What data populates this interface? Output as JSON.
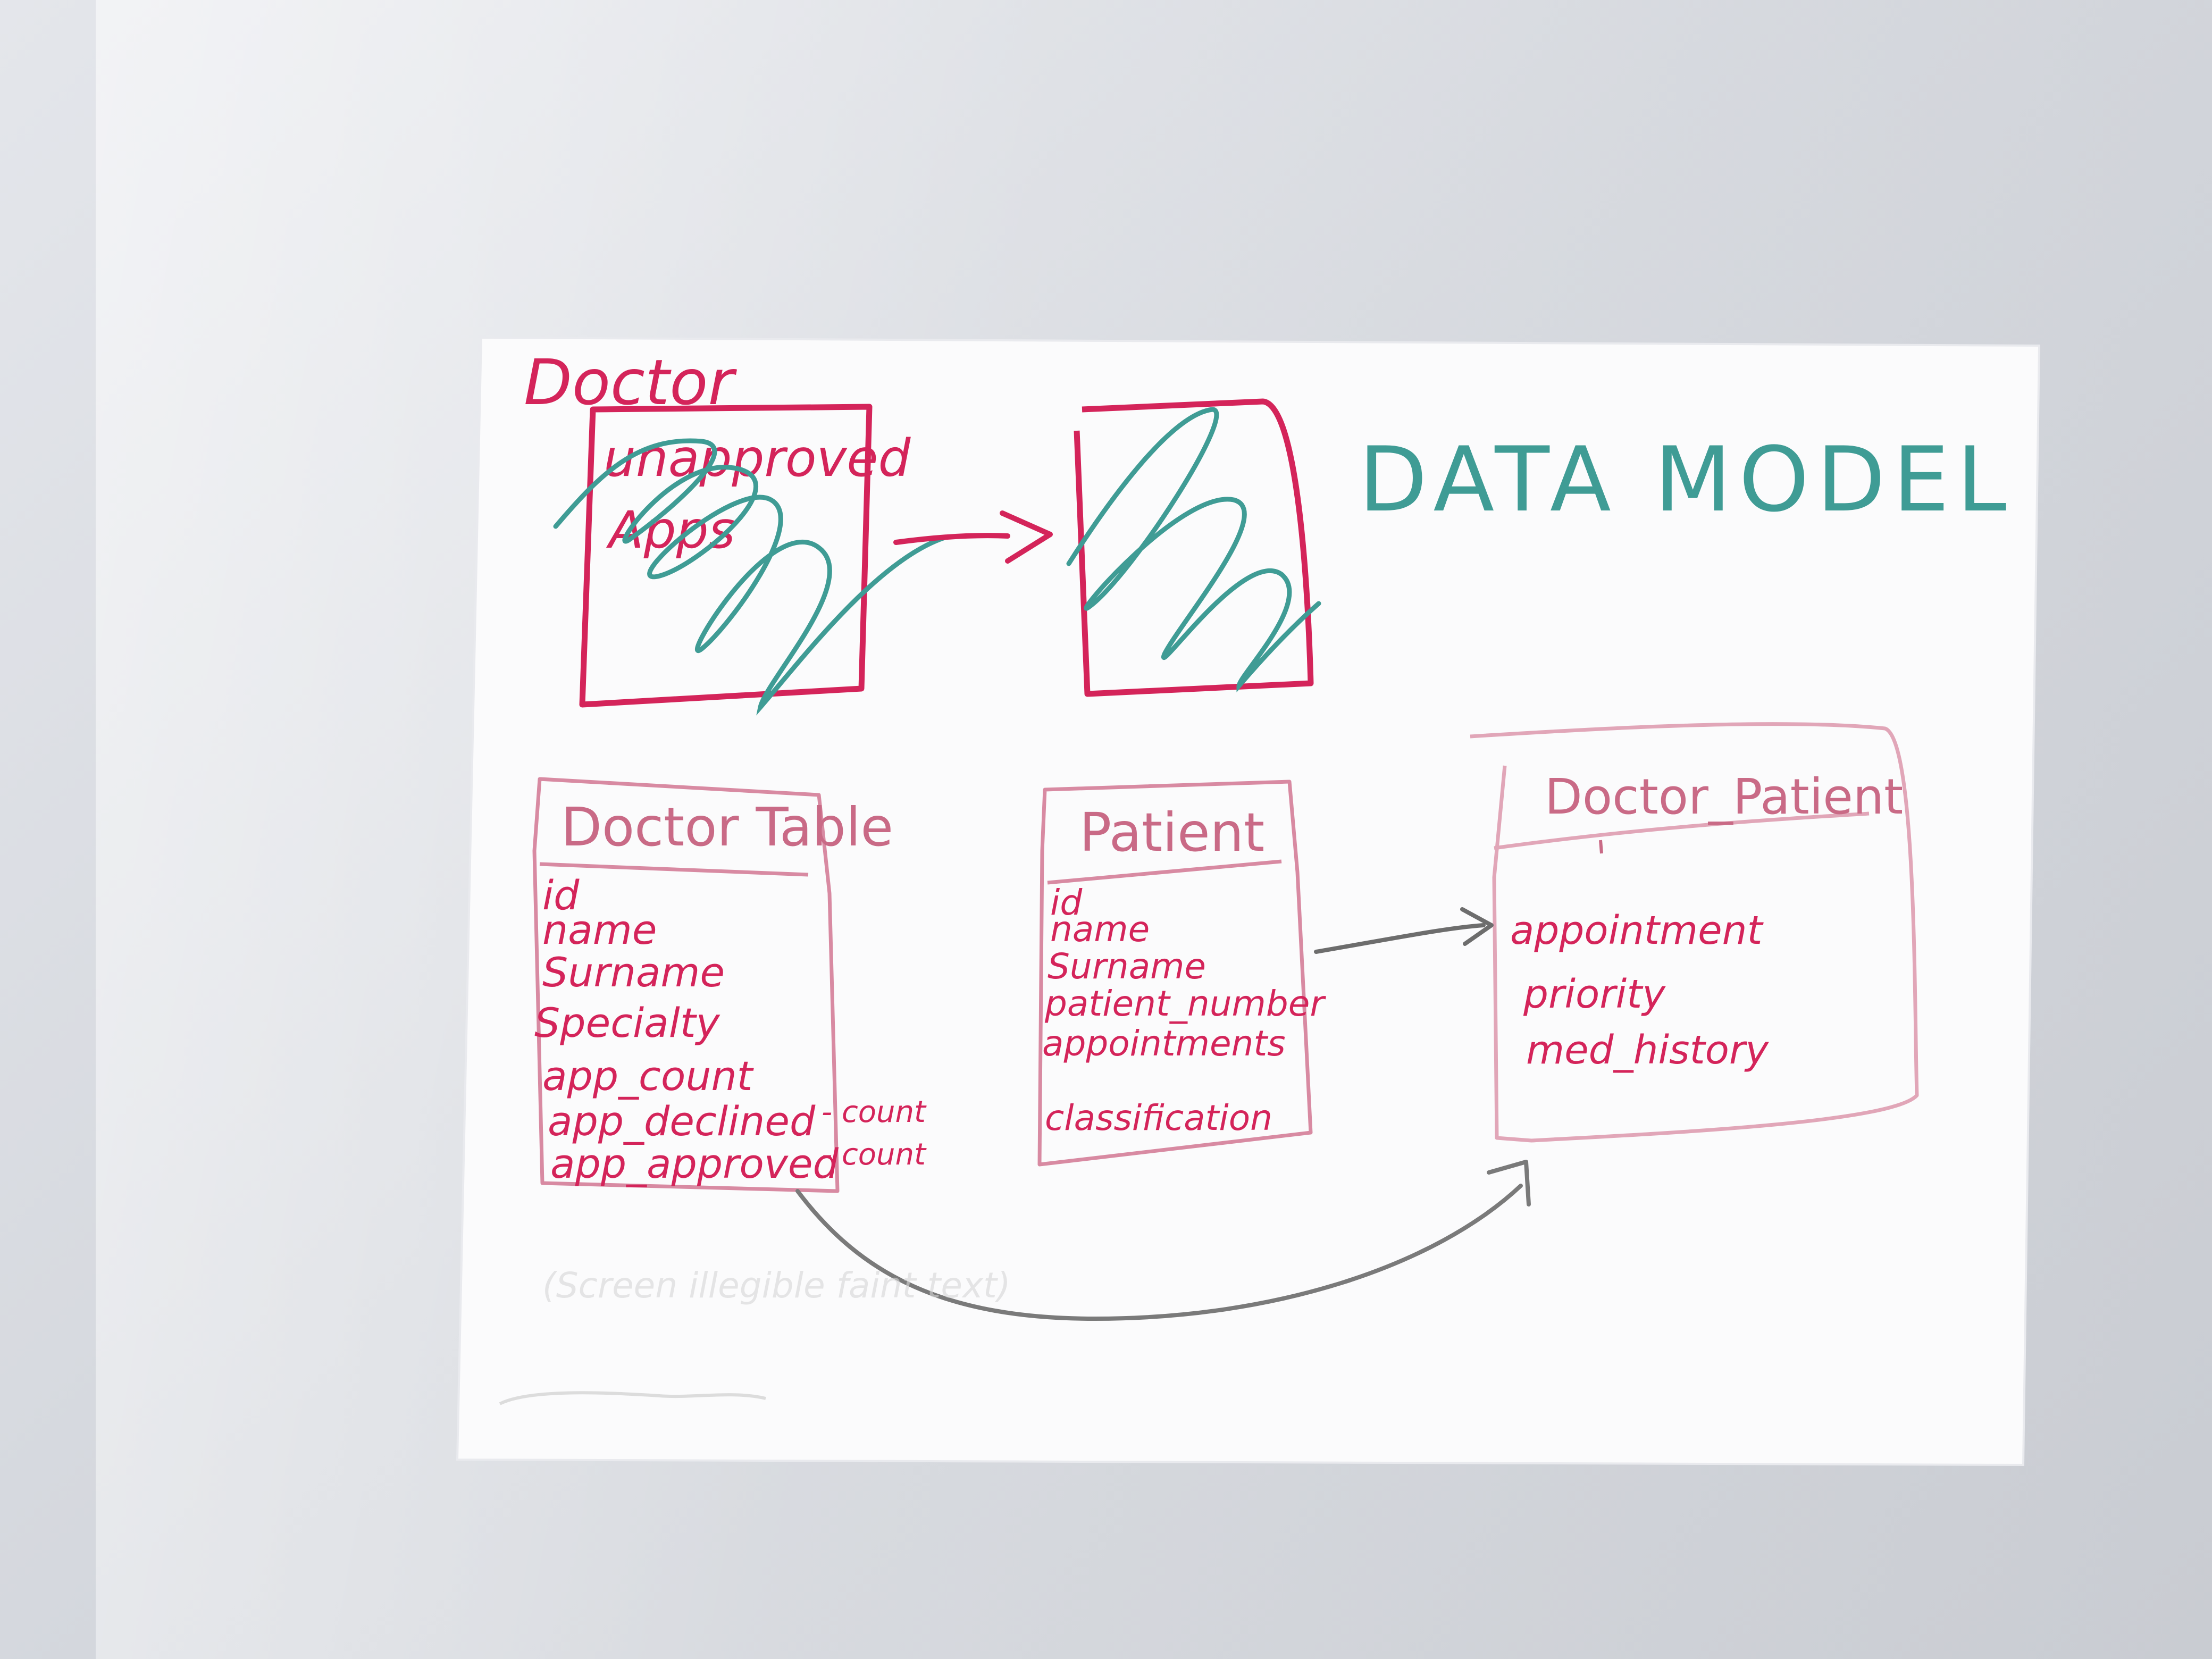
{
  "title": "DATA MODEL",
  "top_section": {
    "label": "Doctor",
    "box_text_line1": "unapproved",
    "box_text_line2": "Apps"
  },
  "tables": {
    "doctor": {
      "header": "Doctor Table",
      "fields": [
        "id",
        "name",
        "Surname",
        "Specialty",
        "app_count",
        "app_declined",
        "app_approved"
      ],
      "suffixes": [
        "- count",
        "- count"
      ]
    },
    "patient": {
      "header": "Patient",
      "fields": [
        "id",
        "name",
        "Surname",
        "patient_number",
        "appointments",
        "classification"
      ]
    },
    "doctor_patient": {
      "header": "Doctor_Patient",
      "fields": [
        "appointment",
        "priority",
        "med_history"
      ]
    }
  },
  "faint_text": [
    "(Screen illegible faint text)"
  ],
  "colors": {
    "pink": "#d4245a",
    "pale_pink": "#c96a86",
    "teal": "#3f9c95",
    "gray_arrow": "#7a7a7a",
    "paper": "#fbfbfc"
  }
}
